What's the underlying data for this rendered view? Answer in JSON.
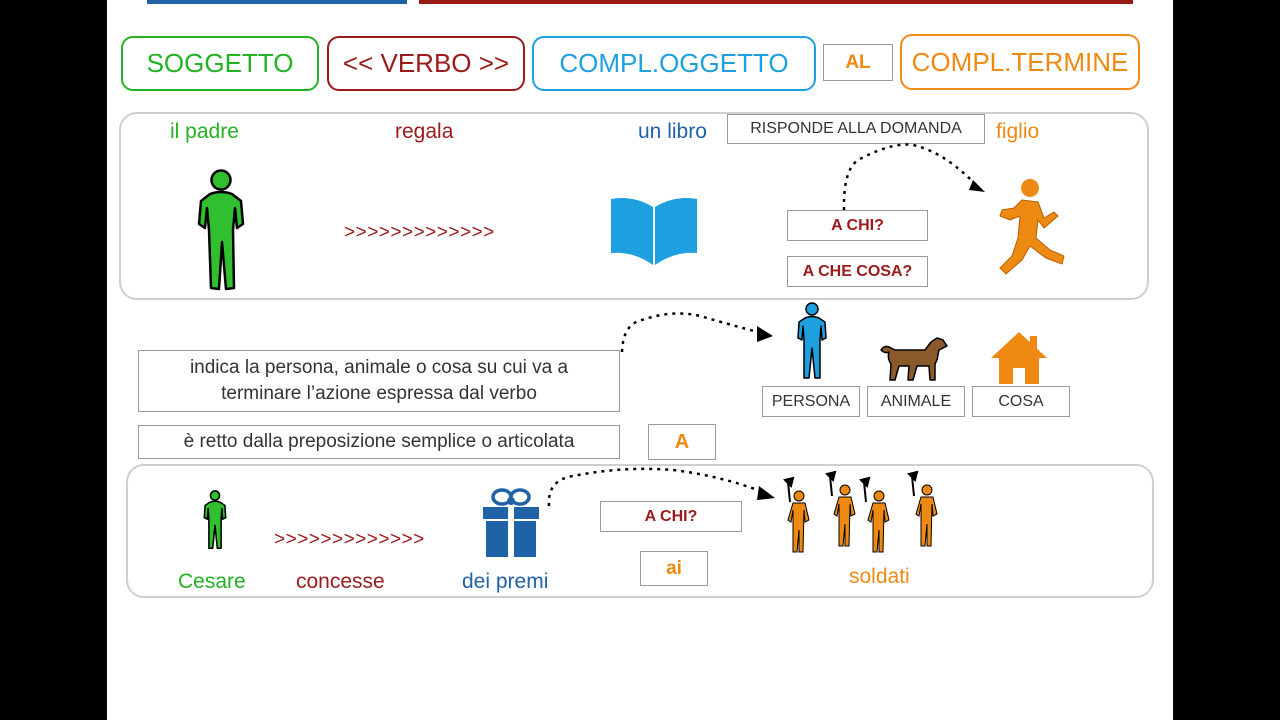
{
  "header": {
    "soggetto": "SOGGETTO",
    "verbo": "<<  VERBO >>",
    "compl_oggetto": "COMPL.OGGETTO",
    "al": "AL",
    "compl_termine": "COMPL.TERMINE"
  },
  "example1": {
    "subject": "il padre",
    "verb": "regala",
    "object": "un libro",
    "term": "figlio",
    "arrows": ">>>>>>>>>>>>>",
    "question_label": "RISPONDE ALLA DOMANDA",
    "q1": "A CHI?",
    "q2": "A CHE COSA?"
  },
  "definition": {
    "text1": "indica la persona, animale o cosa su cui va a terminare l’azione espressa dal verbo",
    "text2": "è retto dalla preposizione semplice o articolata",
    "prep": "A"
  },
  "categories": {
    "persona": "PERSONA",
    "animale": "ANIMALE",
    "cosa": "COSA"
  },
  "example2": {
    "subject": "Cesare",
    "verb": "concesse",
    "object": "dei premi",
    "term": "soldati",
    "arrows": ">>>>>>>>>>>>>",
    "q1": "A CHI?",
    "prep": "ai"
  },
  "colors": {
    "green": "#23b223",
    "red": "#9b1a1a",
    "blue": "#1f63a6",
    "sky": "#1e9fe0",
    "orange": "#ee8a12",
    "brown": "#8b5a2b"
  }
}
